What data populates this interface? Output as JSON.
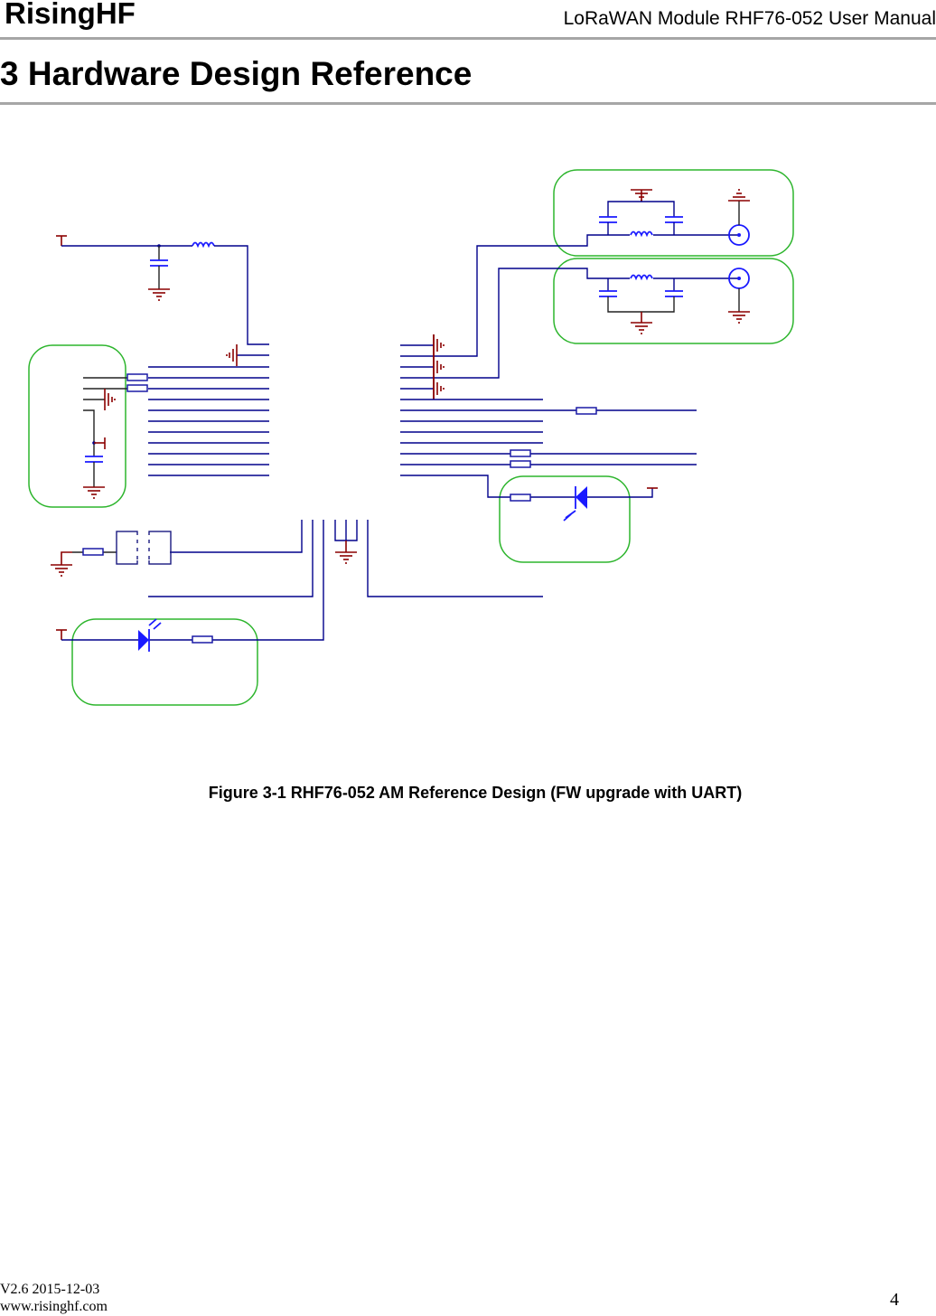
{
  "header": {
    "brand": "RisingHF",
    "doc_title": "LoRaWAN Module RHF76-052 User Manual"
  },
  "section": {
    "title": "3 Hardware Design Reference"
  },
  "figure": {
    "caption": "Figure 3-1 RHF76-052 AM Reference Design (FW upgrade with UART)"
  },
  "footer": {
    "version": "V2.6 2015-12-03",
    "website": "www.risinghf.com",
    "page_number": "4"
  },
  "colors": {
    "wire": "#00008b",
    "ground": "#8b0000",
    "group_box": "#2db52d",
    "component": "#1a1aff",
    "rule": "#a6a6a6"
  }
}
